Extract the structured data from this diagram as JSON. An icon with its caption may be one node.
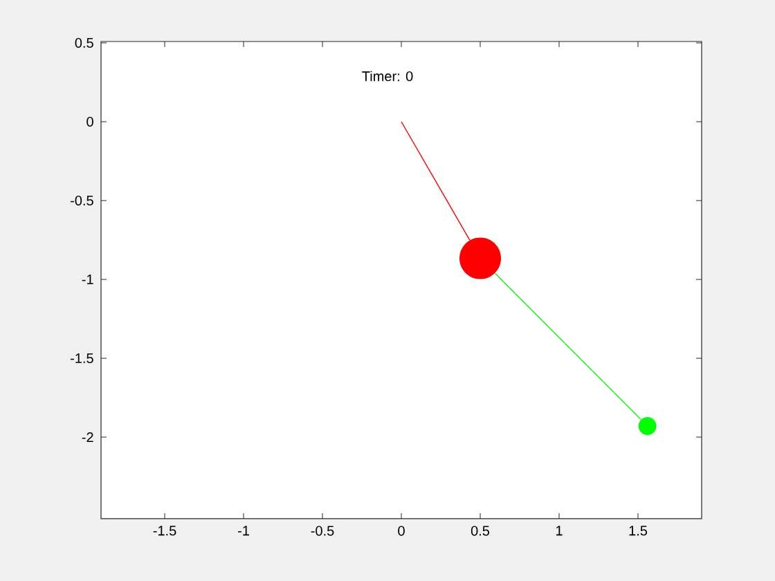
{
  "diagram": {
    "nodes": [
      {
        "text": [],
        "shape": "circle"
      },
      {
        "text": [],
        "shape": "circle"
      }
    ],
    "edges": [
      {
        "from": null,
        "to": 0,
        "arrow": "none",
        "color": "#ff0000"
      },
      {
        "from": 0,
        "to": 1,
        "arrow": "none",
        "color": "#00ff00"
      }
    ],
    "labels": [
      "Timer: 0",
      "0.5",
      "0",
      "-0.5",
      "-1",
      "-1.5",
      "-2",
      "-1.5",
      "-1",
      "-0.5",
      "0",
      "0.5",
      "1",
      "1.5"
    ]
  }
}
